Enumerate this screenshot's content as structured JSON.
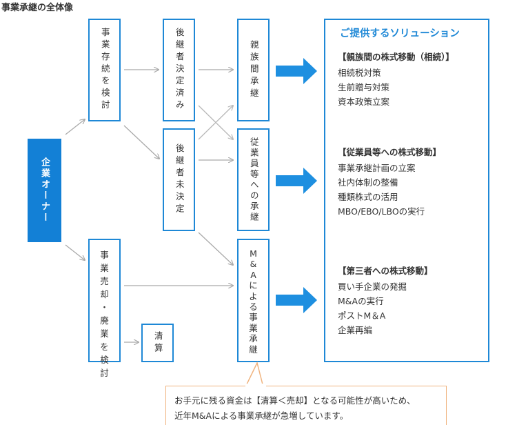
{
  "page_title": "事業承継の全体像",
  "owner": {
    "label": "企業オーナー"
  },
  "col1": {
    "consider_succession": "事業存続を検討",
    "consider_sale": [
      "事",
      "業",
      "売",
      "却",
      "・",
      "廃",
      "業",
      "を",
      "検",
      "討"
    ]
  },
  "col2": {
    "successor_decided": "後継者決定済み",
    "successor_undecided": "後継者未決定",
    "liquidation": "清算"
  },
  "col3": {
    "family": "親族間承継",
    "employee": "従業員等への承継",
    "ma": [
      "M",
      "&",
      "A",
      "に",
      "よ",
      "る",
      "事",
      "業",
      "承",
      "継"
    ]
  },
  "solutions": {
    "title": "ご提供するソリューション",
    "sections": [
      {
        "heading": "【親族間の株式移動（相続）】",
        "items": [
          "相続税対策",
          "生前贈与対策",
          "資本政策立案"
        ]
      },
      {
        "heading": "【従業員等への株式移動】",
        "items": [
          "事業承継計画の立案",
          "社内体制の整備",
          "種類株式の活用",
          "MBO/EBO/LBOの実行"
        ]
      },
      {
        "heading": "【第三者への株式移動】",
        "items": [
          "買い手企業の発掘",
          "M&Aの実行",
          "ポストM＆A",
          "企業再編"
        ]
      }
    ]
  },
  "note": {
    "lines": [
      "お手元に残る資金は【清算＜売却】となる可能性が高いため、",
      "近年M&Aによる事業承継が急増しています。"
    ]
  },
  "colors": {
    "box_border": "#1e88d6",
    "owner_fill": "#1380d6",
    "big_arrow": "#1e8fe0",
    "thin_arrow": "#a9a9a9",
    "note_border": "#f0b37e"
  }
}
